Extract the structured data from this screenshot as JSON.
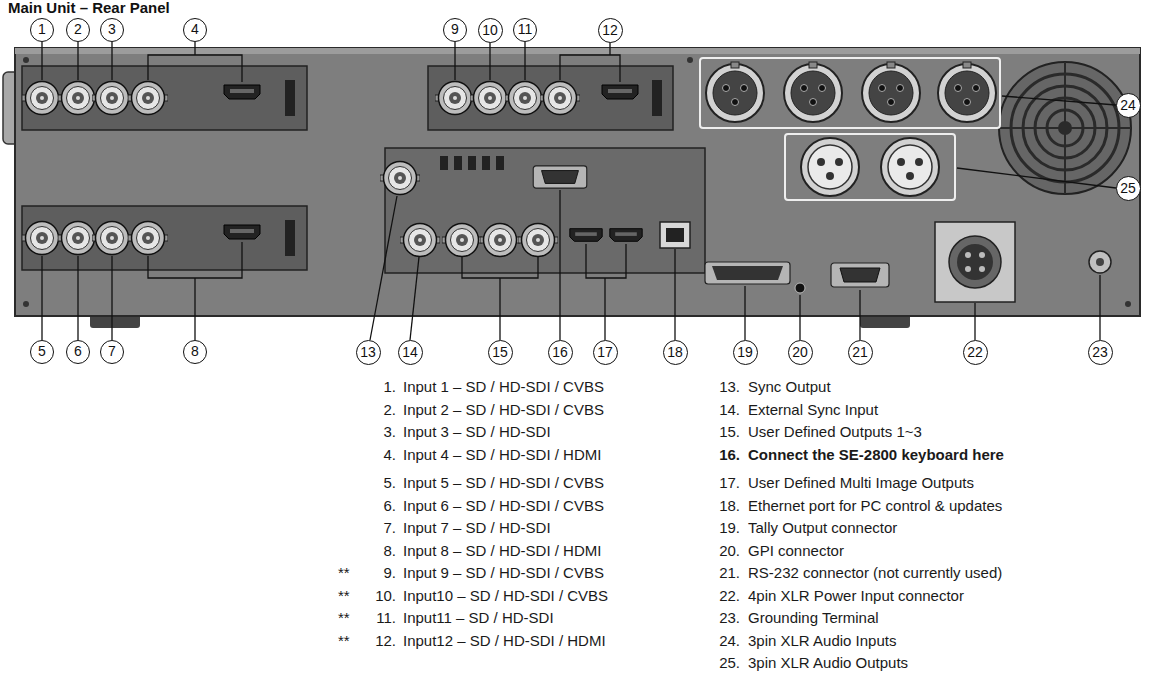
{
  "diagram": {
    "title": "Main Unit – Rear Panel",
    "nodes": [
      {
        "text": [
          "1"
        ]
      },
      {
        "text": [
          "2"
        ]
      },
      {
        "text": [
          "3"
        ]
      },
      {
        "text": [
          "4"
        ]
      },
      {
        "text": [
          "5"
        ]
      },
      {
        "text": [
          "6"
        ]
      },
      {
        "text": [
          "7"
        ]
      },
      {
        "text": [
          "8"
        ]
      },
      {
        "text": [
          "9"
        ]
      },
      {
        "text": [
          "10"
        ]
      },
      {
        "text": [
          "11"
        ]
      },
      {
        "text": [
          "12"
        ]
      },
      {
        "text": [
          "13"
        ]
      },
      {
        "text": [
          "14"
        ]
      },
      {
        "text": [
          "15"
        ]
      },
      {
        "text": [
          "16"
        ]
      },
      {
        "text": [
          "17"
        ]
      },
      {
        "text": [
          "18"
        ]
      },
      {
        "text": [
          "19"
        ]
      },
      {
        "text": [
          "20"
        ]
      },
      {
        "text": [
          "21"
        ]
      },
      {
        "text": [
          "22"
        ]
      },
      {
        "text": [
          "23"
        ]
      },
      {
        "text": [
          "24"
        ]
      },
      {
        "text": [
          "25"
        ]
      }
    ],
    "labels": [
      "1.",
      "Input 1 – SD / HD-SDI / CVBS",
      "2.",
      "Input 2 – SD / HD-SDI / CVBS",
      "3.",
      "Input 3 – SD / HD-SDI",
      "4.",
      "Input 4 – SD / HD-SDI / HDMI",
      "5.",
      "Input 5 – SD / HD-SDI / CVBS",
      "6.",
      "Input 6 – SD / HD-SDI / CVBS",
      "7.",
      "Input 7 – SD / HD-SDI",
      "8.",
      "Input 8 – SD / HD-SDI / HDMI",
      "**",
      "9.",
      "Input 9 – SD / HD-SDI / CVBS",
      "**",
      "10.",
      "Input10 – SD / HD-SDI / CVBS",
      "**",
      "11.",
      "Input11 – SD / HD-SDI",
      "**",
      "12.",
      "Input12 – SD / HD-SDI / HDMI",
      "13.",
      "Sync Output",
      "14.",
      "External Sync Input",
      "15.",
      "User Defined Outputs 1~3",
      "16.",
      "Connect the SE-2800 keyboard here",
      "17.",
      "User Defined Multi Image Outputs",
      "18.",
      "Ethernet port for PC control & updates",
      "19.",
      "Tally Output connector",
      "20.",
      "GPI connector",
      "21.",
      "RS-232 connector (not currently used)",
      "22.",
      "4pin XLR Power Input connector",
      "23.",
      "Grounding Terminal",
      "24.",
      "3pin XLR Audio Inputs",
      "25.",
      "3pin XLR Audio Outputs"
    ]
  }
}
